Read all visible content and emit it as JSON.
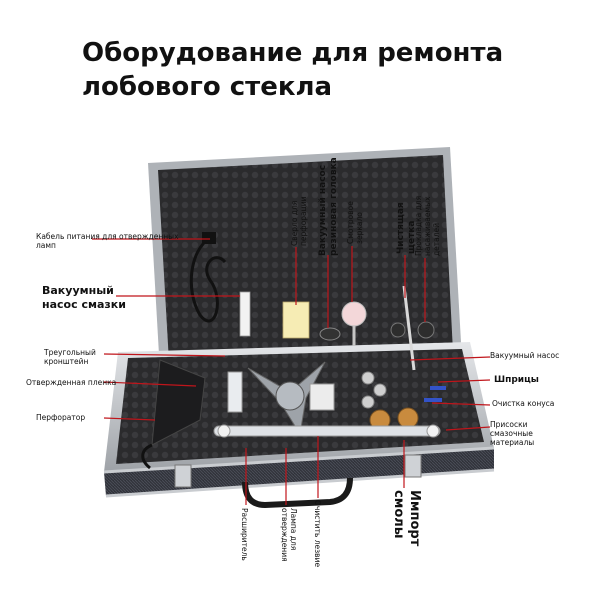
{
  "title": "Оборудование для ремонта лобового стекла",
  "labels": {
    "cable": "Кабель питания для отвержденных ламп",
    "vacuum_lube": "Вакуумный насос смазки",
    "bracket": "Треугольный кронштейн",
    "film": "Отвержденная пленка",
    "drill": "Перфоратор",
    "vacuum_pump": "Вакуумный насос",
    "syringes": "Шприцы",
    "cone_clean": "Очистка конуса",
    "suction_lube": "Присоски смазочные материалы",
    "bit": "Сверло для перфорации",
    "vacuum_rubber": "Вакуумный насос резиновая головка",
    "mirror": "Смотровое зеркало",
    "brush": "Чистящая щетка",
    "pad": "Прокладка для насаживаемых деталей",
    "expander": "Расширитель",
    "lamp": "Лампа для отверждения",
    "blade": "Очистить лезвие",
    "resin": "Импорт смолы"
  },
  "colors": {
    "annotation_line": "#c0151b",
    "case_frame": "#b9bcc0",
    "foam": "#2a2a2c"
  }
}
